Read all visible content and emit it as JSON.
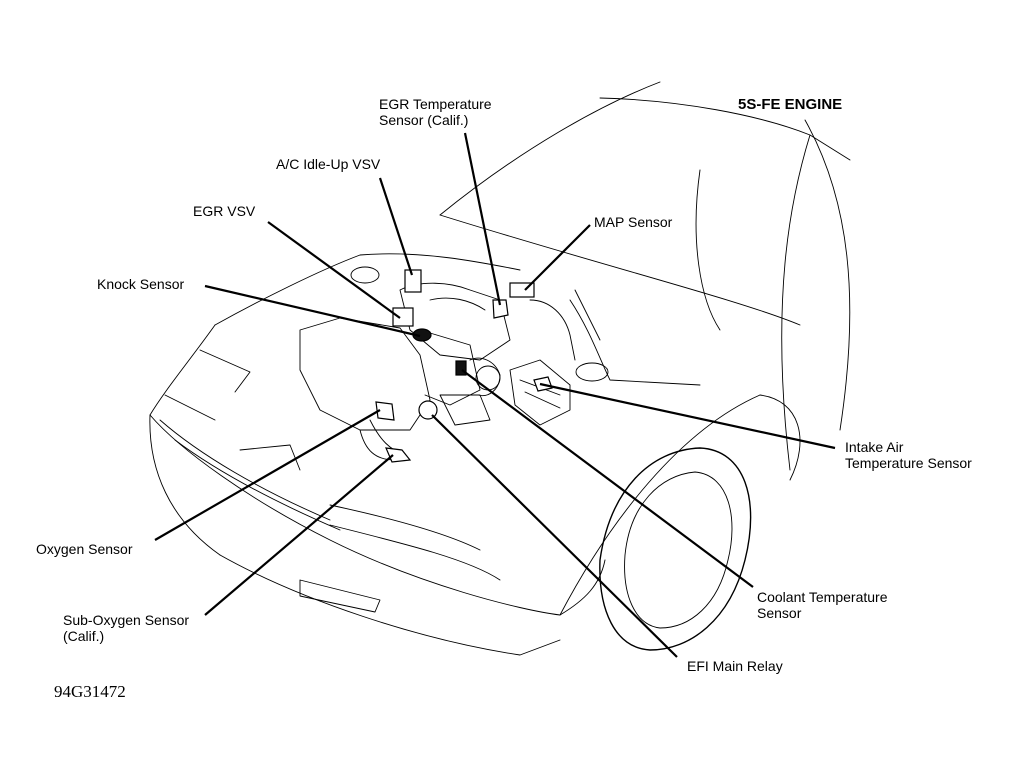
{
  "title": "5S-FE ENGINE",
  "figure_code": "94G31472",
  "labels": {
    "egr_temp_sensor": "EGR Temperature\nSensor (Calif.)",
    "ac_idle_up_vsv": "A/C Idle-Up VSV",
    "egr_vsv": "EGR VSV",
    "map_sensor": "MAP Sensor",
    "knock_sensor": "Knock Sensor",
    "intake_air_temp_sensor": "Intake Air\nTemperature Sensor",
    "oxygen_sensor": "Oxygen Sensor",
    "sub_oxygen_sensor": "Sub-Oxygen Sensor\n(Calif.)",
    "coolant_temp_sensor": "Coolant Temperature\nSensor",
    "efi_main_relay": "EFI Main Relay"
  }
}
